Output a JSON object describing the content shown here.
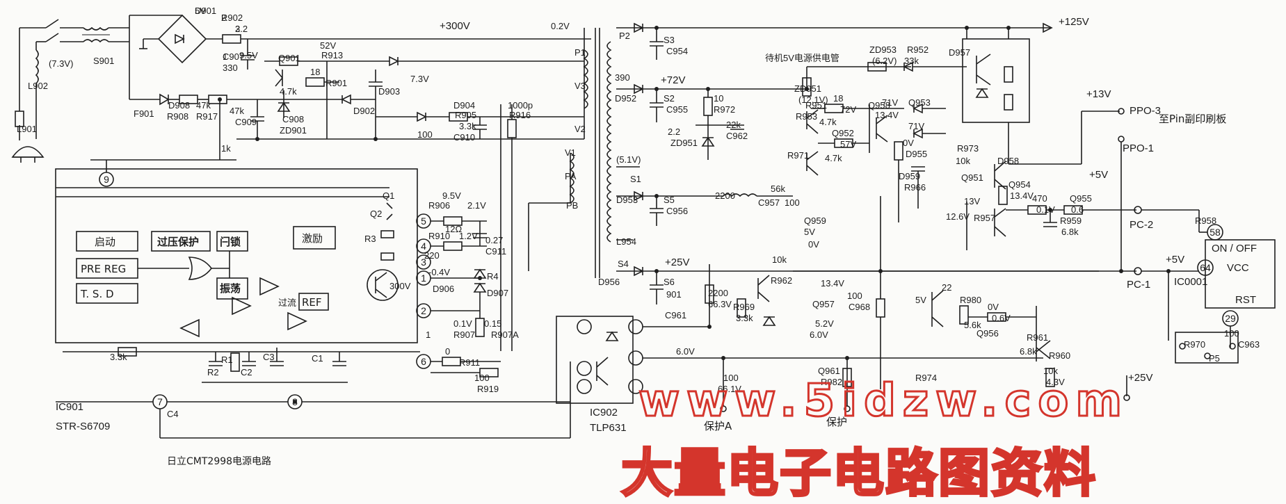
{
  "caption": "日立CMT2998电源电路",
  "watermark": {
    "url": "www.5idzw.com",
    "text": "大量电子电路图资料"
  },
  "rails": {
    "v300": "+300V",
    "v125": "+125V",
    "v72": "+72V",
    "v25": "+25V",
    "v13": "+13V",
    "v5": "+5V",
    "v5b": "+5V",
    "v25b": "+25V"
  },
  "ic901": {
    "ref": "IC901",
    "model": "STR-S6709"
  },
  "ic902": {
    "ref": "IC902",
    "model": "TLP631"
  },
  "ic0001": {
    "ref": "IC0001",
    "vcc": "VCC",
    "onoff": "ON / OFF",
    "rst": "RST"
  },
  "blocks": {
    "start": "启动",
    "ovp": "过压保护",
    "latch": "闩锁",
    "drive": "激励",
    "prereg": "PRE REG",
    "tsd": "T. S. D",
    "osc": "振荡",
    "ref": "REF",
    "overcurrent": "过流"
  },
  "ic901_pins": [
    "1",
    "2",
    "3",
    "4",
    "5",
    "6",
    "7",
    "8",
    "9"
  ],
  "connectors": {
    "ppo3": "PPO-3",
    "ppo1": "PPO-1",
    "to_pin_board": "至Pin副印刷板",
    "pc2": "PC-2",
    "pc1": "PC-1"
  },
  "ic0001_pins": [
    "58",
    "64",
    "29"
  ],
  "annotations": {
    "standby": "待机5V电源供电管",
    "protect": "保护",
    "protect_a": "保护A"
  },
  "components": [
    "D901",
    "R902",
    "2.2",
    "C907",
    "330",
    "9.5V",
    "Q901",
    "52V",
    "R913",
    "18",
    "R901",
    "4.7k",
    "7.3V",
    "D902",
    "D903",
    "C908",
    "ZD901",
    "(7.3V)",
    "S901",
    "L902",
    "L901",
    "F901",
    "D908",
    "R908",
    "47k",
    "R917",
    "47k",
    "C909",
    "100",
    "D904",
    "R905",
    "3.3k",
    "C910",
    "1000p",
    "R916",
    "1k",
    "9.5V",
    "R906",
    "2.1V",
    "12Ω",
    "R910",
    "1.2V",
    "0.27",
    "C911",
    "220",
    "-0.4V",
    "300V",
    "Q1",
    "Q2",
    "R3",
    "R4",
    "D907",
    "D906",
    "0.1V",
    "R907",
    "0.15",
    "R907A",
    "1",
    "0",
    "R911",
    "100",
    "R919",
    "3.3k",
    "R1",
    "R2",
    "C2",
    "C3",
    "C1",
    "C4",
    "0.2V",
    "P1",
    "V3",
    "V2",
    "V1",
    "PA",
    "PB",
    "P2",
    "S3",
    "C954",
    "390",
    "D952",
    "S2",
    "C955",
    "10",
    "R972",
    "22k",
    "C962",
    "2.2",
    "ZD951",
    "(5.1V)",
    "S1",
    "D953",
    "S5",
    "C956",
    "2200",
    "L954",
    "S4",
    "D956",
    "S6",
    "901",
    "C961",
    "2200",
    "66.3V",
    "R969",
    "3.3k",
    "R962",
    "10k",
    "13.4V",
    "Q957",
    "5.2V",
    "6.0V",
    "ZD953",
    "(6.2V)",
    "R952",
    "33k",
    "ZD951",
    "(12.1V)",
    "R951",
    "18",
    "72V",
    "R953",
    "4.7k",
    "Q952",
    "57V",
    "R971",
    "4.7k",
    "Q958",
    "71V",
    "13.4V",
    "Q953",
    "71V",
    "0V",
    "D955",
    "D959",
    "R966",
    "56k",
    "C957",
    "100",
    "Q959",
    "5V",
    "0V",
    "D957",
    "R973",
    "10k",
    "D958",
    "Q951",
    "Q954",
    "13.4V",
    "13V",
    "12.6V",
    "R957",
    "470",
    "0.1V",
    "Q955",
    "0.6",
    "R959",
    "6.8k",
    "R958",
    "100",
    "C968",
    "22",
    "5V",
    "R980",
    "5.6k",
    "Q956",
    "0V",
    "0.6V",
    "R961",
    "6.8k",
    "R960",
    "10k",
    "4.3V",
    "6.0V",
    "Q961",
    "R982",
    "100",
    "66.1V",
    "R974",
    "100",
    "R970",
    "P5",
    "C963",
    "5V",
    "2",
    "3",
    "1"
  ]
}
